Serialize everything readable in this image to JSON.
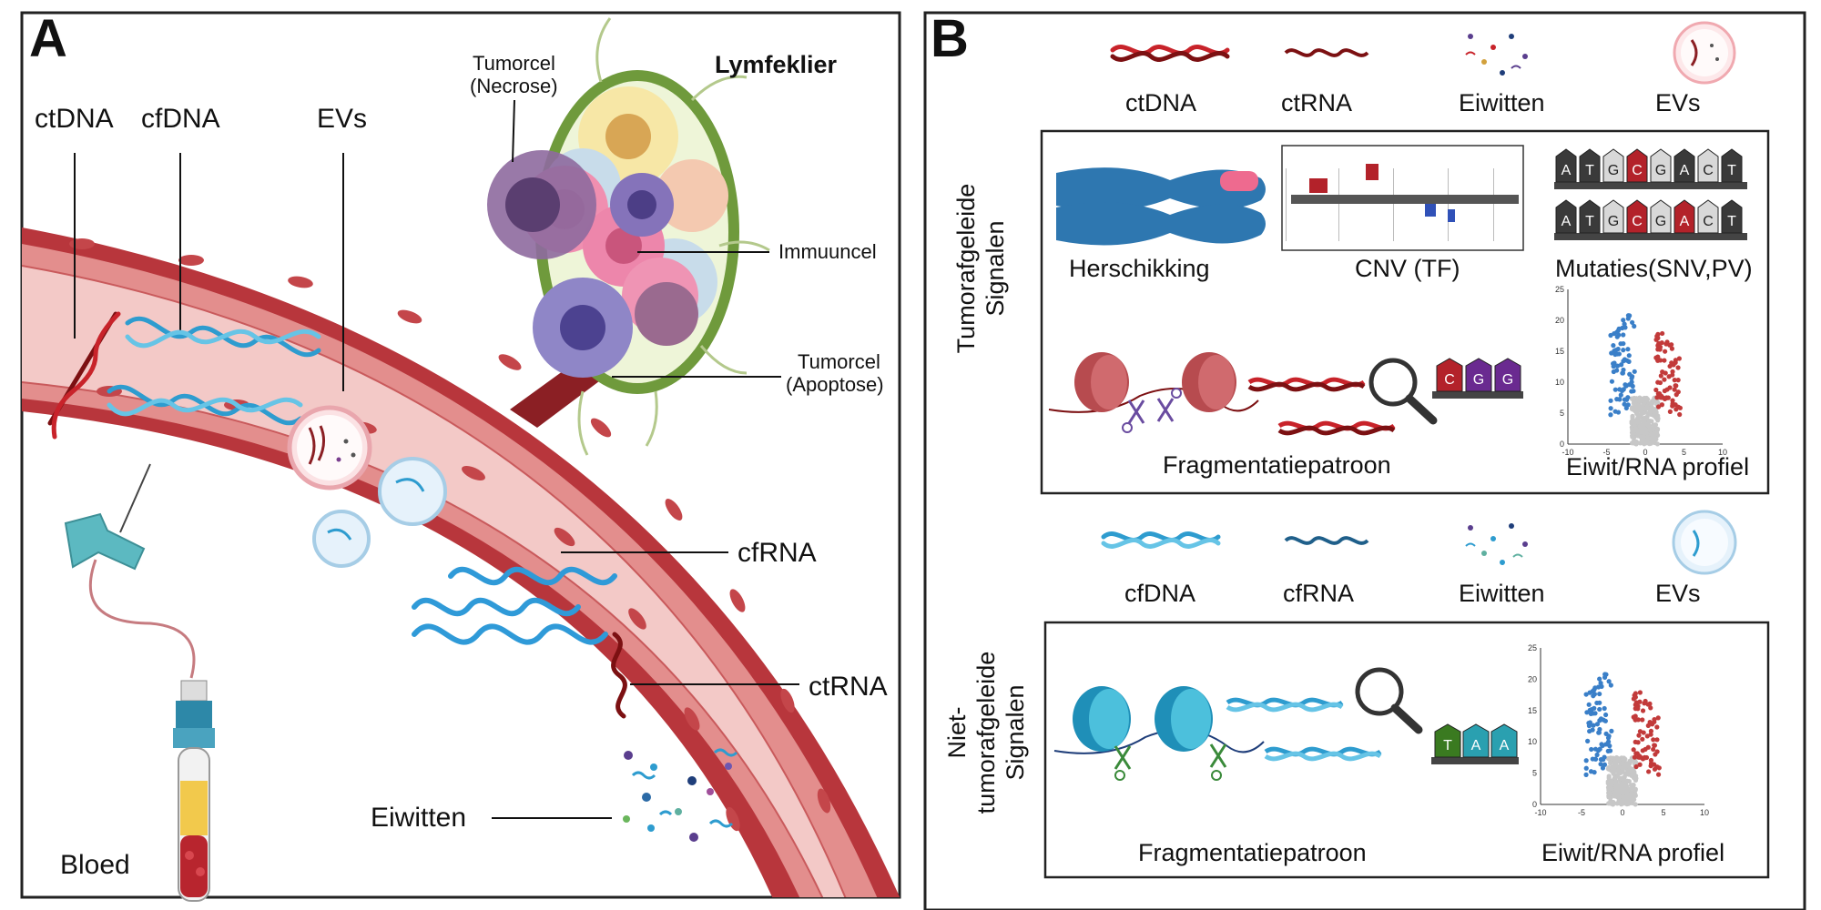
{
  "panelA": {
    "letter": "A",
    "ctdna": "ctDNA",
    "cfdna": "cfDNA",
    "evs": "EVs",
    "tumor_necrose_1": "Tumorcel",
    "tumor_necrose_2": "(Necrose)",
    "lymfeklier": "Lymfeklier",
    "immuuncel": "Immuuncel",
    "tumor_apoptose_1": "Tumorcel",
    "tumor_apoptose_2": "(Apoptose)",
    "cfrna": "cfRNA",
    "ctrna": "ctRNA",
    "eiwitten": "Eiwitten",
    "bloed": "Bloed"
  },
  "panelB": {
    "letter": "B",
    "tumor_row": {
      "ctdna": "ctDNA",
      "ctrna": "ctRNA",
      "eiwitten": "Eiwitten",
      "evs": "EVs"
    },
    "tumor_box": {
      "side_1": "Tumorafgeleide",
      "side_2": "Signalen",
      "herschikking": "Herschikking",
      "cnv": "CNV (TF)",
      "mutaties": "Mutaties(SNV,PV)",
      "fragmentatie": "Fragmentatiepatroon",
      "profiel": "Eiwit/RNA profiel",
      "seq1": [
        "A",
        "T",
        "G",
        "C",
        "G",
        "A",
        "C",
        "T"
      ],
      "seq2": [
        "A",
        "T",
        "G",
        "C",
        "G",
        "A",
        "C",
        "T"
      ],
      "motif": [
        "C",
        "G",
        "G"
      ]
    },
    "nontumor_row": {
      "cfdna": "cfDNA",
      "cfrna": "cfRNA",
      "eiwitten": "Eiwitten",
      "evs": "EVs"
    },
    "nontumor_box": {
      "side_1": "Niet-",
      "side_2": "tumorafgeleide",
      "side_3": "Signalen",
      "fragmentatie": "Fragmentatiepatroon",
      "profiel": "Eiwit/RNA profiel",
      "motif": [
        "T",
        "A",
        "A"
      ]
    },
    "volcano_yticks": [
      "25",
      "20",
      "15",
      "10",
      "5",
      "0"
    ],
    "volcano_xticks": [
      "-10",
      "-5",
      "0",
      "5",
      "10"
    ]
  },
  "colors": {
    "tumor_red": "#b3222a",
    "cf_blue": "#2ea7d8",
    "vessel": "#b8363c",
    "plasma": "#f3c9c7",
    "lymph_green": "#6f9a3c"
  }
}
